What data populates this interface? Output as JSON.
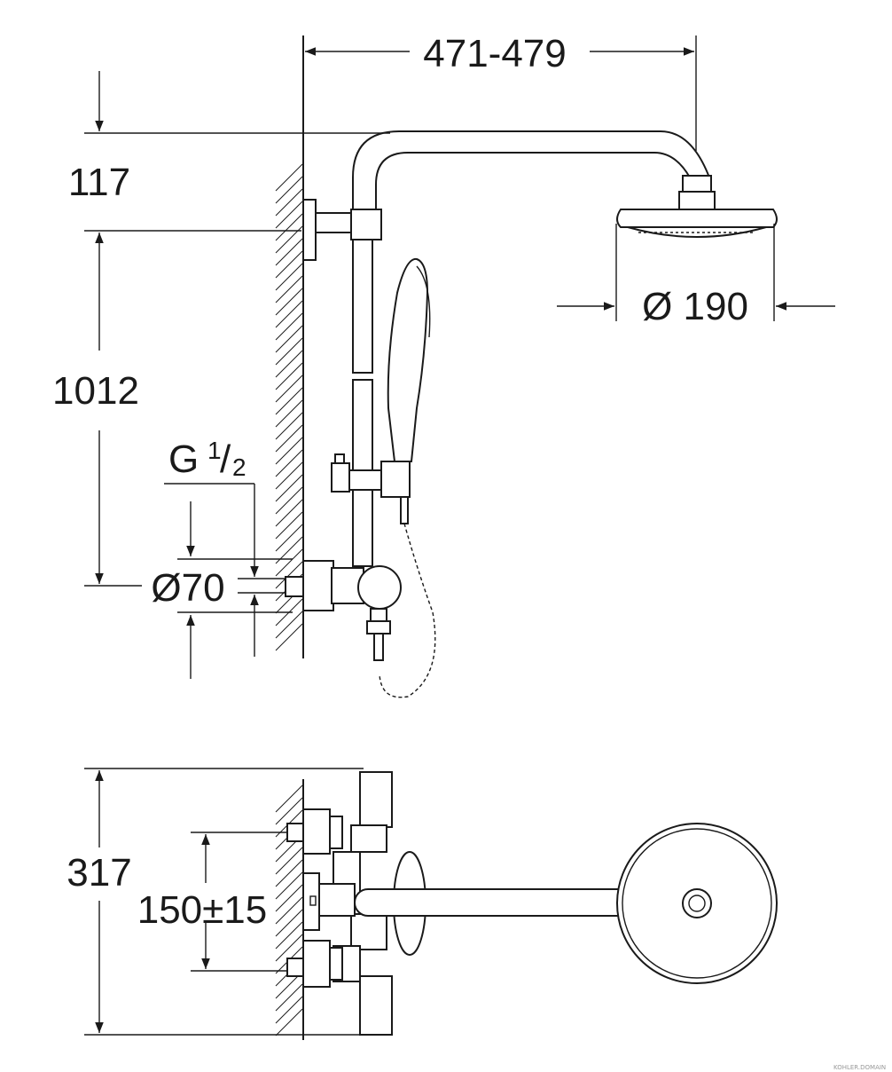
{
  "dimensions": {
    "arm_length": "471-479",
    "top_offset": "117",
    "rail_height": "1012",
    "thread_main": "G ",
    "thread_num": "1",
    "thread_den": "2",
    "flange_diameter": "Ø70",
    "head_diameter": "Ø 190",
    "depth": "317",
    "inlet_spacing": "150±15"
  },
  "watermark": "KOHLER.DOMAIN",
  "colors": {
    "line": "#1a1a1a",
    "background": "#ffffff"
  }
}
